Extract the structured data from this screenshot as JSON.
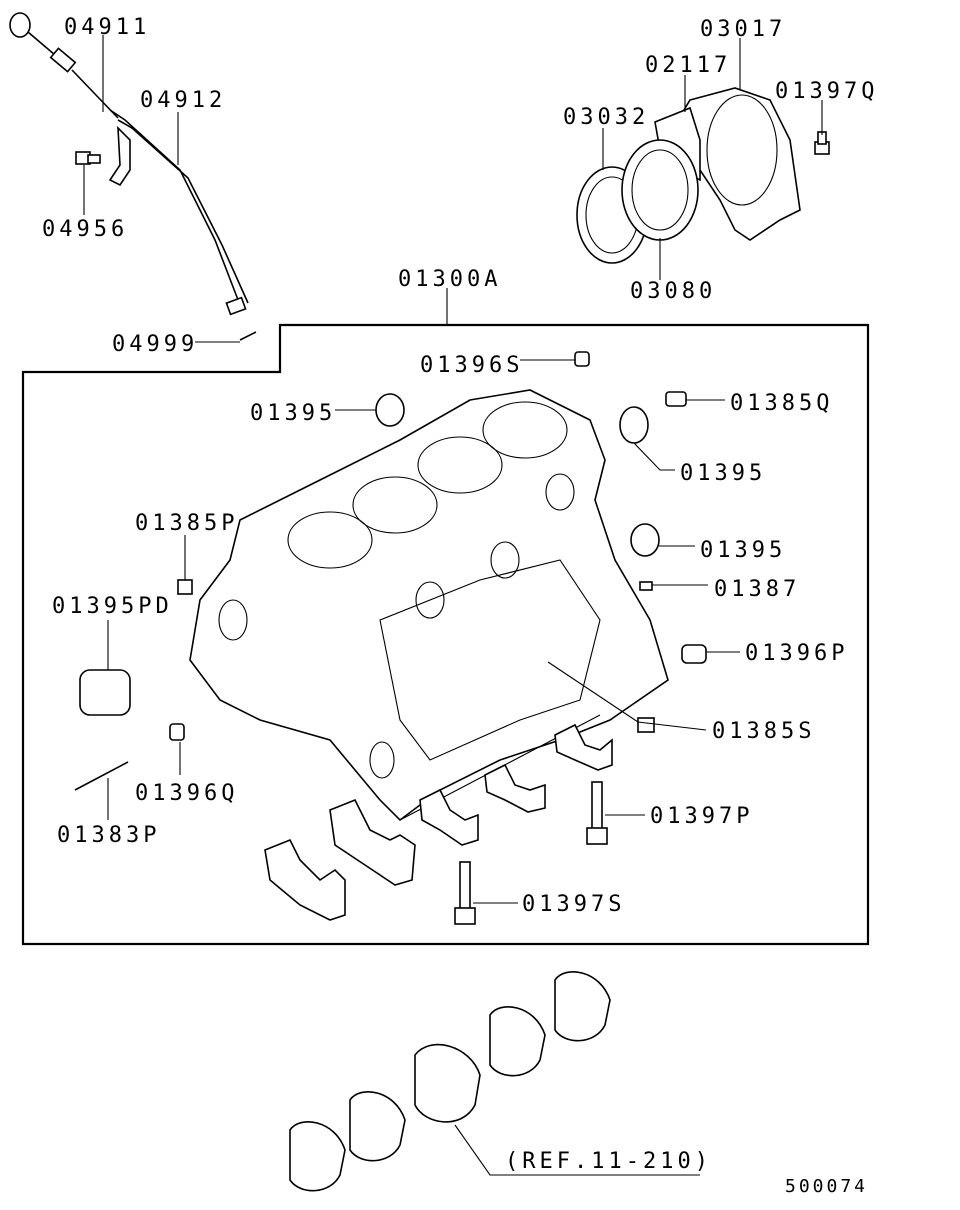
{
  "diagram": {
    "labels": {
      "p04911": "04911",
      "p04912": "04912",
      "p04956": "04956",
      "p04999": "04999",
      "p03017": "03017",
      "p02117": "02117",
      "p01397Q": "01397Q",
      "p03032": "03032",
      "p03080": "03080",
      "p01300A": "01300A",
      "p01396S": "01396S",
      "p01395a": "01395",
      "p01385Q": "01385Q",
      "p01395b": "01395",
      "p01385P": "01385P",
      "p01395c": "01395",
      "p01387": "01387",
      "p01395PD": "01395PD",
      "p01396P": "01396P",
      "p01385S": "01385S",
      "p01396Q": "01396Q",
      "p01397P": "01397P",
      "p01383P": "01383P",
      "p01397S": "01397S",
      "ref": "(REF.11-210)",
      "figure_id": "500074"
    }
  }
}
